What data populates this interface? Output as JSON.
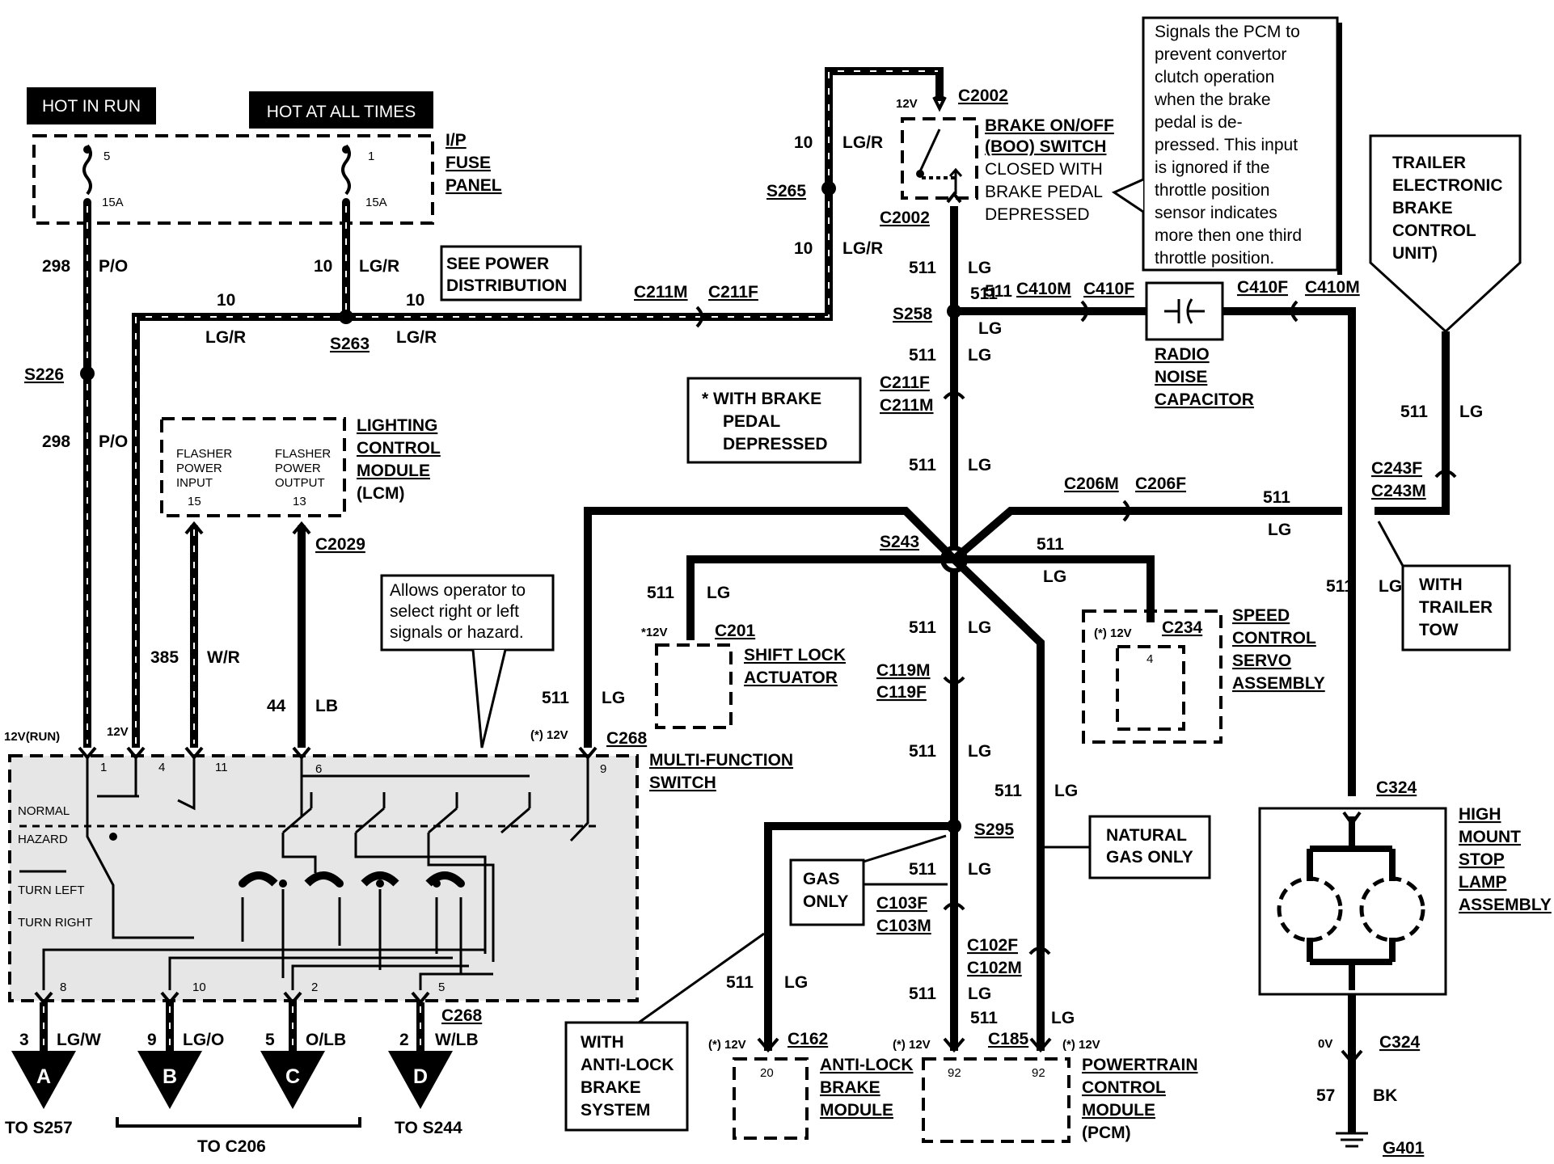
{
  "banners": {
    "hot_in_run": "HOT IN RUN",
    "hot_at_all_times": "HOT AT ALL TIMES"
  },
  "fuse_panel": {
    "title": [
      "I/P",
      "FUSE",
      "PANEL"
    ],
    "fuse_left": {
      "num": "5",
      "amps": "15A"
    },
    "fuse_right": {
      "num": "1",
      "amps": "15A"
    }
  },
  "wires": {
    "w298a": {
      "num": "298",
      "color": "P/O"
    },
    "w298b": {
      "num": "298",
      "color": "P/O"
    },
    "w10_fuse": {
      "num": "10",
      "color": "LG/R"
    },
    "w10_left_top": "10",
    "w10_left_bot": "LG/R",
    "w10_right_top": "10",
    "w10_right_bot": "LG/R",
    "w10_v1": {
      "num": "10",
      "color": "LG/R"
    },
    "w10_v2": {
      "num": "10",
      "color": "LG/R"
    },
    "w385": {
      "num": "385",
      "color": "W/R"
    },
    "w44": {
      "num": "44",
      "color": "LB"
    },
    "w511_mfs": {
      "num": "511",
      "color": "LG"
    },
    "w511_a": {
      "num": "511",
      "color": "LG"
    },
    "w511_b": {
      "num": "511",
      "color": "LG"
    },
    "w511_c": {
      "num": "511",
      "color": "LG"
    },
    "w511_d": {
      "num": "511",
      "color": "LG"
    },
    "w511_e": {
      "num": "511",
      "color": "LG"
    },
    "w511_f": {
      "num": "511",
      "color": "LG"
    },
    "w511_g": {
      "num": "511",
      "color": "LG"
    },
    "w511_h": {
      "num": "511",
      "color": "LG"
    },
    "w511_i": {
      "num": "511",
      "color": "LG"
    },
    "w511_j": {
      "num": "511",
      "color": "LG"
    },
    "w511_k": {
      "num": "511",
      "color": "LG"
    },
    "w511_l": {
      "num": "511",
      "color": "LG"
    },
    "w511_m": {
      "num": "511",
      "color": "LG"
    },
    "w511_n": {
      "num": "511",
      "color": "LG"
    },
    "w511_o": {
      "num": "511",
      "color": "LG"
    },
    "w511_p": {
      "num": "511",
      "color": "LG"
    },
    "w511_q": {
      "num": "511",
      "color": "LG"
    },
    "w57": {
      "num": "57",
      "color": "BK"
    }
  },
  "splices": {
    "s226": "S226",
    "s263": "S263",
    "s265": "S265",
    "s258": "S258",
    "s243": "S243",
    "s295": "S295"
  },
  "connectors": {
    "c2002_top": "C2002",
    "c2002_bot": "C2002",
    "c211m": "C211M",
    "c211f": "C211F",
    "c410m_a": "C410M",
    "c410f_a": "C410F",
    "c410f_b": "C410F",
    "c410m_b": "C410M",
    "c211f_v": "C211F",
    "c211m_v": "C211M",
    "c206m": "C206M",
    "c206f": "C206F",
    "c243f": "C243F",
    "c243m": "C243M",
    "c2029": "C2029",
    "c201": "C201",
    "c234": "C234",
    "c119m": "C119M",
    "c119f": "C119F",
    "c268_top": "C268",
    "c268_bot": "C268",
    "c103f": "C103F",
    "c103m": "C103M",
    "c102f": "C102F",
    "c102m": "C102M",
    "c162": "C162",
    "c185": "C185",
    "c324_top": "C324",
    "c324_bot": "C324",
    "g401": "G401"
  },
  "voltages": {
    "v12_boo": "12V",
    "v12run": "12V(RUN)",
    "v12_mfs": "12V",
    "v12_c268": "(*) 12V",
    "v12_shift": "*12V",
    "v12_speed": "(*) 12V",
    "v12_abs": "(*) 12V",
    "v12_pcm_a": "(*) 12V",
    "v12_pcm_b": "(*) 12V",
    "v0": "0V"
  },
  "components": {
    "boo": [
      "BRAKE ON/OFF",
      "(BOO) SWITCH",
      "CLOSED WITH",
      "BRAKE PEDAL",
      "DEPRESSED"
    ],
    "radio_cap": [
      "RADIO",
      "NOISE",
      "CAPACITOR"
    ],
    "lcm": [
      "LIGHTING",
      "CONTROL",
      "MODULE",
      "(LCM)"
    ],
    "lcm_in": [
      "FLASHER",
      "POWER",
      "INPUT",
      "15"
    ],
    "lcm_out": [
      "FLASHER",
      "POWER",
      "OUTPUT",
      "13"
    ],
    "shift_lock": [
      "SHIFT LOCK",
      "ACTUATOR"
    ],
    "speed_ctrl": [
      "SPEED",
      "CONTROL",
      "SERVO",
      "ASSEMBLY"
    ],
    "speed_pin": "4",
    "mfs": [
      "MULTI-FUNCTION",
      "SWITCH"
    ],
    "mfs_labels": [
      "NORMAL",
      "HAZARD",
      "TURN LEFT",
      "TURN RIGHT"
    ],
    "mfs_pins_top": [
      "1",
      "4",
      "11",
      "6",
      "9"
    ],
    "mfs_pins_bot": [
      "8",
      "10",
      "2",
      "5"
    ],
    "hmsl": [
      "HIGH",
      "MOUNT",
      "STOP",
      "LAMP",
      "ASSEMBLY"
    ],
    "abs": [
      "ANTI-LOCK",
      "BRAKE",
      "MODULE"
    ],
    "abs_pin": "20",
    "pcm": [
      "POWERTRAIN",
      "CONTROL",
      "MODULE",
      "(PCM)"
    ],
    "pcm_pins": [
      "92",
      "92"
    ],
    "trailer": [
      "TRAILER",
      "ELECTRONIC",
      "BRAKE",
      "CONTROL",
      "UNIT)"
    ]
  },
  "notes": {
    "see_power": [
      "SEE POWER",
      "DISTRIBUTION"
    ],
    "brake_pedal": [
      "*  WITH BRAKE",
      "PEDAL",
      "DEPRESSED"
    ],
    "pcm_signal": [
      "Signals the PCM to",
      "prevent  convertor",
      "clutch    operation",
      "when    the  brake",
      "pedal     is     de-",
      "pressed. This input",
      "is  ignored  if  the",
      "throttle     position",
      "sensor     indicates",
      "more then one third",
      "throttle position."
    ],
    "allows": [
      "Allows operator to",
      "select right or left",
      "signals or hazard."
    ],
    "trailer_tow": [
      "WITH",
      "TRAILER",
      "TOW"
    ],
    "natural_gas": [
      "NATURAL",
      "GAS ONLY"
    ],
    "gas_only": [
      "GAS",
      "ONLY"
    ],
    "abs_system": [
      "WITH",
      "ANTI-LOCK",
      "BRAKE",
      "SYSTEM"
    ]
  },
  "outputs": [
    {
      "letter": "A",
      "num": "3",
      "color": "LG/W"
    },
    {
      "letter": "B",
      "num": "9",
      "color": "LG/O"
    },
    {
      "letter": "C",
      "num": "5",
      "color": "O/LB"
    },
    {
      "letter": "D",
      "num": "2",
      "color": "W/LB"
    }
  ],
  "destinations": {
    "to_s257": "TO S257",
    "to_c206": "TO C206",
    "to_s244": "TO S244"
  }
}
